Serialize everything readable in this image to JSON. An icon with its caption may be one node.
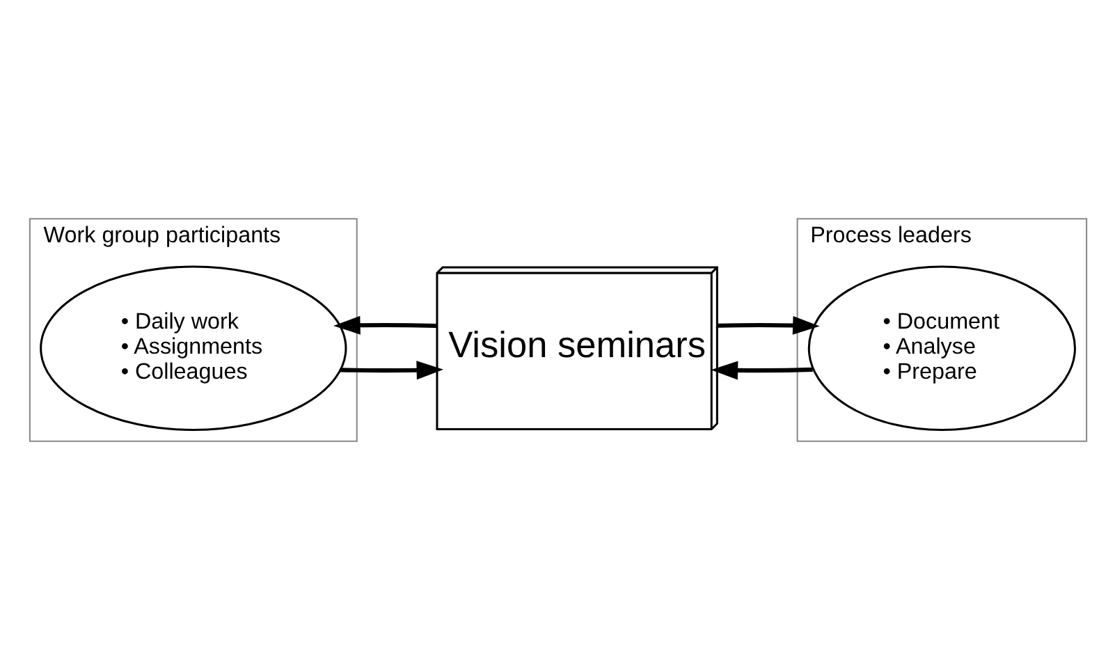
{
  "diagram": {
    "nodes": [
      {
        "text": [
          "Work group participants"
        ]
      },
      {
        "text": [
          "• Daily work",
          "• Assignments",
          "• Colleagues"
        ],
        "in": 0
      },
      {
        "text": [
          "Vision seminars"
        ]
      },
      {
        "text": [
          "Process leaders"
        ]
      },
      {
        "text": [
          "• Document",
          "• Analyse",
          "• Prepare"
        ],
        "in": 3
      }
    ],
    "edges": [
      {
        "from": 2,
        "to": 1,
        "arrow": "to"
      },
      {
        "from": 1,
        "to": 2,
        "arrow": "to"
      },
      {
        "from": 2,
        "to": 4,
        "arrow": "to"
      },
      {
        "from": 4,
        "to": 2,
        "arrow": "to"
      }
    ]
  }
}
